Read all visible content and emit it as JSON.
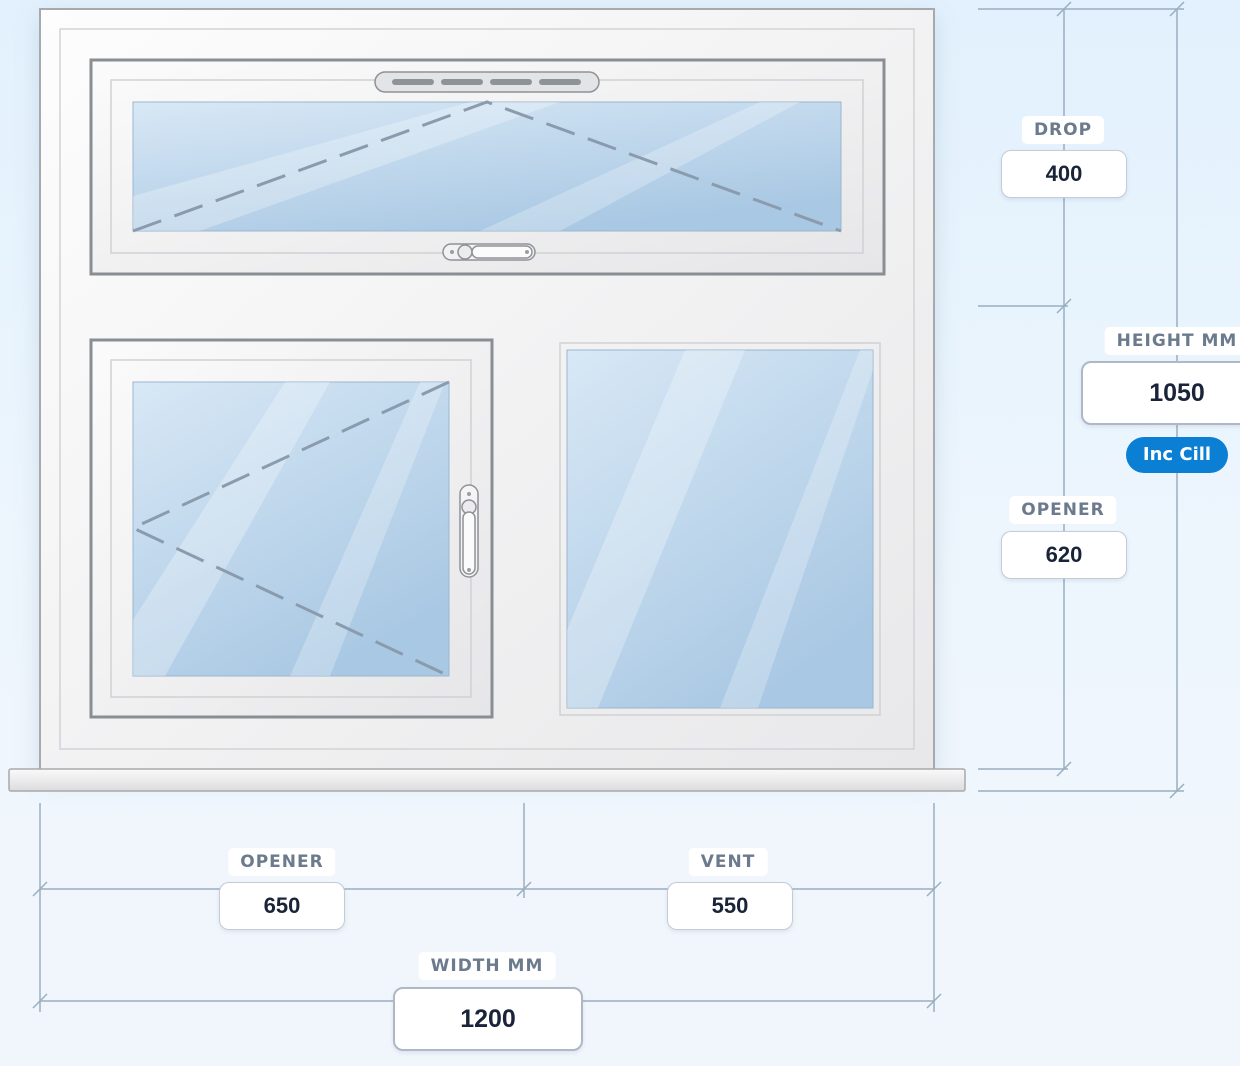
{
  "dimensions": {
    "drop": {
      "label": "DROP",
      "value": "400"
    },
    "height": {
      "label": "HEIGHT MM",
      "value": "1050",
      "badge": "Inc Cill"
    },
    "opener_height": {
      "label": "OPENER",
      "value": "620"
    },
    "opener_width": {
      "label": "OPENER",
      "value": "650"
    },
    "vent": {
      "label": "VENT",
      "value": "550"
    },
    "width": {
      "label": "WIDTH MM",
      "value": "1200"
    }
  },
  "colors": {
    "background": "#e2f1fd",
    "frame": "#f4f4f5",
    "sash_border": "#8a8d92",
    "glass": "#b4d1ea",
    "dimension_line": "#9aaec2",
    "badge": "#0a7fd4"
  }
}
